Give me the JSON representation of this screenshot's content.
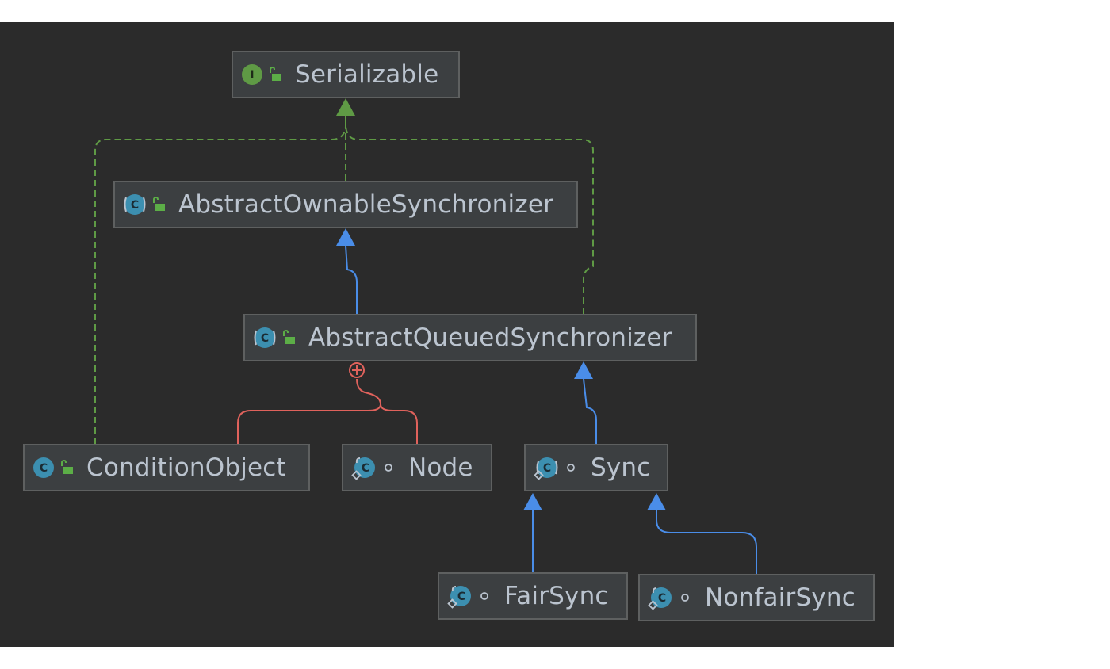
{
  "diagram": {
    "nodes": {
      "serializable": {
        "label": "Serializable",
        "kind": "interface",
        "visibility": "public"
      },
      "aos": {
        "label": "AbstractOwnableSynchronizer",
        "kind": "abstract-class",
        "visibility": "public"
      },
      "aqs": {
        "label": "AbstractQueuedSynchronizer",
        "kind": "abstract-class",
        "visibility": "public"
      },
      "condition_object": {
        "label": "ConditionObject",
        "kind": "class",
        "visibility": "public"
      },
      "node": {
        "label": "Node",
        "kind": "static-final-class",
        "visibility": "package-private"
      },
      "sync": {
        "label": "Sync",
        "kind": "static-abstract-class",
        "visibility": "package-private"
      },
      "fair_sync": {
        "label": "FairSync",
        "kind": "static-final-class",
        "visibility": "package-private"
      },
      "nonfair_sync": {
        "label": "NonfairSync",
        "kind": "static-final-class",
        "visibility": "package-private"
      }
    },
    "edges": [
      {
        "from": "aos",
        "to": "serializable",
        "type": "implements"
      },
      {
        "from": "aqs",
        "to": "serializable",
        "type": "implements"
      },
      {
        "from": "condition_object",
        "to": "serializable",
        "type": "implements"
      },
      {
        "from": "aqs",
        "to": "aos",
        "type": "extends"
      },
      {
        "from": "sync",
        "to": "aqs",
        "type": "extends"
      },
      {
        "from": "fair_sync",
        "to": "sync",
        "type": "extends"
      },
      {
        "from": "nonfair_sync",
        "to": "sync",
        "type": "extends"
      },
      {
        "from": "condition_object",
        "to": "aqs",
        "type": "inner-class"
      },
      {
        "from": "node",
        "to": "aqs",
        "type": "inner-class"
      }
    ],
    "colors": {
      "background": "#2b2b2b",
      "node_fill": "#3c3f41",
      "node_border": "#5e6060",
      "text": "#bbc4cf",
      "implements_edge": "#5f9a45",
      "extends_edge": "#4a8de8",
      "inner_edge": "#e0625c",
      "class_icon": "#3c8fb0",
      "interface_icon": "#5f9a45",
      "public_lock": "#5cae47"
    }
  }
}
